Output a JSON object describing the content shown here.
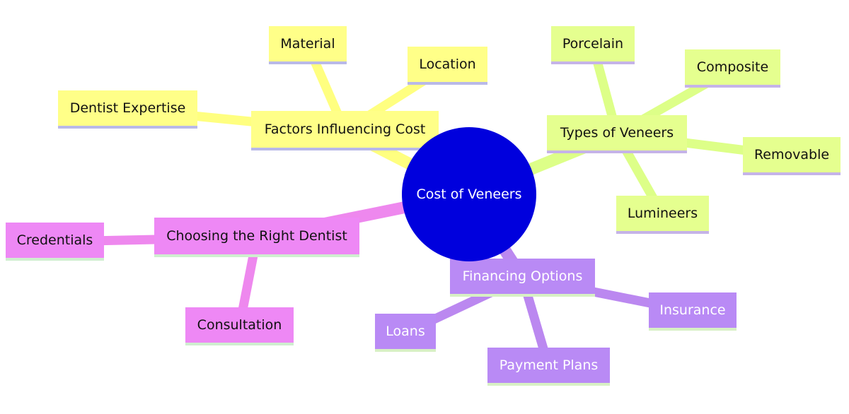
{
  "root": {
    "label": "Cost of Veneers",
    "color": "#0000dd"
  },
  "branches": [
    {
      "key": "factors",
      "label": "Factors Influencing Cost",
      "color": "#ffff88",
      "edge_color": "#ffff80",
      "underline": "#b9b9e8",
      "light_text": false,
      "children": [
        {
          "key": "material",
          "label": "Material"
        },
        {
          "key": "location",
          "label": "Location"
        },
        {
          "key": "dentist-expertise",
          "label": "Dentist Expertise"
        }
      ]
    },
    {
      "key": "types",
      "label": "Types of Veneers",
      "color": "#e5ff8f",
      "edge_color": "#ddff88",
      "underline": "#c5b3e8",
      "light_text": false,
      "children": [
        {
          "key": "porcelain",
          "label": "Porcelain"
        },
        {
          "key": "composite",
          "label": "Composite"
        },
        {
          "key": "removable",
          "label": "Removable"
        },
        {
          "key": "lumineers",
          "label": "Lumineers"
        }
      ]
    },
    {
      "key": "financing",
      "label": "Financing Options",
      "color": "#b98af5",
      "edge_color": "#bb88f0",
      "underline": "#d7f0c4",
      "light_text": true,
      "children": [
        {
          "key": "insurance",
          "label": "Insurance"
        },
        {
          "key": "loans",
          "label": "Loans"
        },
        {
          "key": "payment-plans",
          "label": "Payment Plans"
        }
      ]
    },
    {
      "key": "dentist",
      "label": "Choosing the Right Dentist",
      "color": "#ee88f5",
      "edge_color": "#ee88ee",
      "underline": "#cfeecf",
      "light_text": false,
      "children": [
        {
          "key": "credentials",
          "label": "Credentials"
        },
        {
          "key": "consultation",
          "label": "Consultation"
        }
      ]
    }
  ]
}
